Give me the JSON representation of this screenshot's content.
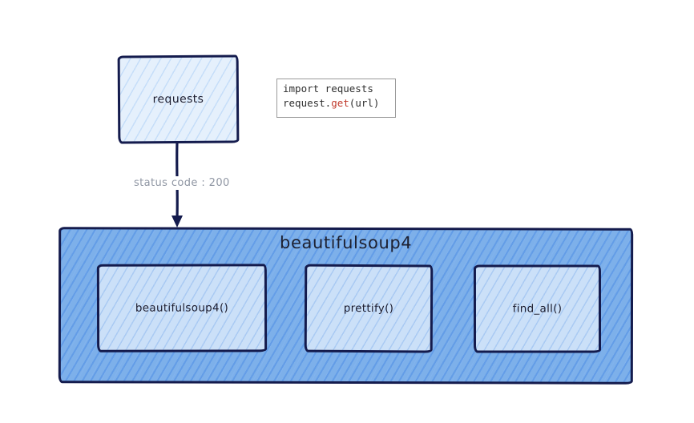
{
  "requests_box": {
    "label": "requests"
  },
  "code_snippet": {
    "line1": "import requests",
    "line2_prefix": "request.",
    "line2_method": "get",
    "line2_suffix": "(url)"
  },
  "arrow": {
    "label": "status code : 200"
  },
  "container": {
    "title": "beautifulsoup4",
    "children": [
      {
        "label": "beautifulsoup4()"
      },
      {
        "label": "prettify()"
      },
      {
        "label": "find_all()"
      }
    ]
  },
  "colors": {
    "stroke": "#141b4d",
    "container_fill": "#7db0ea",
    "inner_fill": "#cbe0f8",
    "requests_fill": "#e5f0fc",
    "code_method_red": "#c0392b",
    "code_text": "#2f2f2f",
    "code_border": "#9a9a9a",
    "arrow_label_gray": "#8f96a3"
  }
}
